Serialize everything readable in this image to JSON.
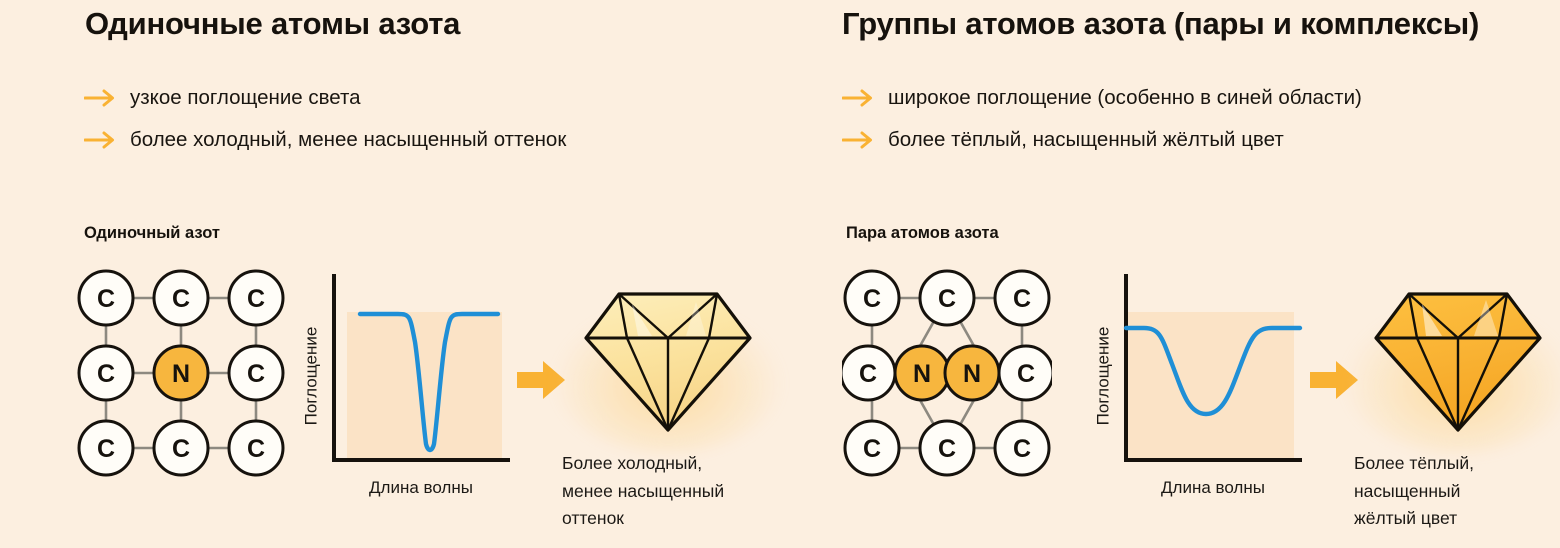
{
  "meta": {
    "background_color": "#fcefe0",
    "accent_color": "#f9b233",
    "curve_color": "#1f8fd6",
    "plot_fill_color": "#fbe3c6",
    "text_color": "#1c1915"
  },
  "columns": [
    {
      "id": "single-nitrogen",
      "title": "Одиночные атомы азота",
      "bullets": [
        {
          "icon": "arrow-right-icon",
          "text": "узкое поглощение света"
        },
        {
          "icon": "arrow-right-icon",
          "text": "более холодный, менее насыщенный оттенок"
        }
      ],
      "panel": {
        "sub_title": "Одиночный азот",
        "lattice": {
          "rows": [
            [
              "C",
              "C",
              "C"
            ],
            [
              "C",
              "N",
              "C"
            ],
            [
              "C",
              "C",
              "C"
            ]
          ],
          "carbon_label": "C",
          "nitrogen_label": "N",
          "carbon_fill": "#fffdf8",
          "nitrogen_fill": "#f7b63e",
          "bond_color": "#8d8980",
          "outline_color": "#16120d"
        },
        "chart": {
          "ylabel": "Поглощение",
          "xlabel": "Длина волны"
        },
        "flow_arrow_icon": "arrow-right-block-icon",
        "gem": {
          "name": "diamond-icon",
          "fill_top": "#fdeab3",
          "fill_mid": "#fbe09b",
          "fill_bottom": "#f8d98d",
          "outline": "#141008"
        },
        "caption_lines": [
          "Более холодный,",
          "менее насыщенный",
          "оттенок"
        ]
      }
    },
    {
      "id": "nitrogen-groups",
      "title": "Группы атомов азота (пары и комплексы)",
      "bullets": [
        {
          "icon": "arrow-right-icon",
          "text": "широкое поглощение (особенно в синей области)"
        },
        {
          "icon": "arrow-right-icon",
          "text": "более тёплый, насыщенный жёлтый цвет"
        }
      ],
      "panel": {
        "sub_title": "Пара атомов азота",
        "lattice": {
          "rows": [
            [
              "C",
              "C",
              "C"
            ],
            [
              "C",
              "N",
              "N",
              "C"
            ],
            [
              "C",
              "C",
              "C"
            ]
          ],
          "carbon_label": "C",
          "nitrogen_label": "N",
          "carbon_fill": "#fffdf8",
          "nitrogen_fill": "#f7b63e",
          "bond_color": "#8d8980",
          "outline_color": "#16120d"
        },
        "chart": {
          "ylabel": "Поглощение",
          "xlabel": "Длина волны"
        },
        "flow_arrow_icon": "arrow-right-block-icon",
        "gem": {
          "name": "diamond-icon",
          "fill_top": "#fcc council",
          "fill_mid": "#f9b233",
          "fill_bottom": "#f6a623",
          "outline": "#141008"
        },
        "caption_lines": [
          "Более тёплый,",
          "насыщенный",
          "жёлтый цвет"
        ]
      }
    }
  ],
  "chart_data": [
    {
      "type": "line",
      "id": "narrow-absorption",
      "title": "",
      "xlabel": "Длина волны",
      "ylabel": "Поглощение",
      "grid": false,
      "legend": null,
      "xlim": [
        0,
        100
      ],
      "ylim": [
        0,
        100
      ],
      "series": [
        {
          "name": "Одиночный азот",
          "comment": "narrow deep dip",
          "x": [
            0,
            10,
            20,
            30,
            36,
            40,
            44,
            47,
            50,
            53,
            56,
            60,
            64,
            70,
            80,
            90,
            100
          ],
          "y": [
            88,
            88,
            88,
            87,
            84,
            70,
            40,
            18,
            8,
            20,
            45,
            72,
            84,
            88,
            88,
            88,
            88
          ]
        }
      ]
    },
    {
      "type": "line",
      "id": "broad-absorption",
      "title": "",
      "xlabel": "Длина волны",
      "ylabel": "Поглощение",
      "grid": false,
      "legend": null,
      "xlim": [
        0,
        100
      ],
      "ylim": [
        0,
        100
      ],
      "series": [
        {
          "name": "Пара атомов азота",
          "comment": "broad shallow dip",
          "x": [
            0,
            8,
            16,
            24,
            32,
            40,
            48,
            56,
            64,
            72,
            80,
            88,
            96,
            100
          ],
          "y": [
            86,
            85,
            80,
            68,
            52,
            38,
            30,
            28,
            33,
            48,
            68,
            80,
            85,
            86
          ]
        }
      ]
    }
  ]
}
